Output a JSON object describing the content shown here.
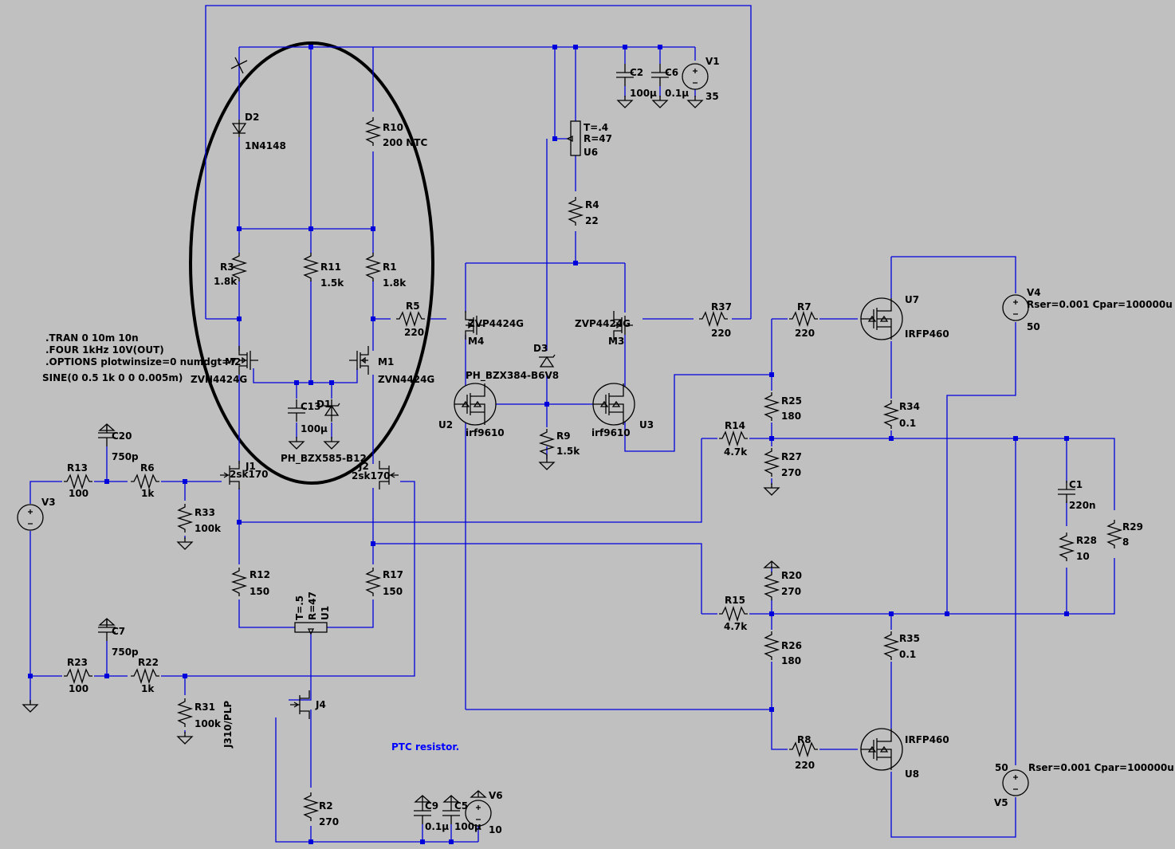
{
  "diagram": {
    "directives": [
      ".TRAN 0 10m 10n",
      ".FOUR 1kHz 10V(OUT)",
      ".OPTIONS plotwinsize=0 numdgt=7",
      "SINE(0 0.5 1k 0 0 0.005m)"
    ],
    "note": "PTC resistor.",
    "labels": {
      "D2": "D2",
      "D2v": "1N4148",
      "R10": "R10",
      "R10v": "200 NTC",
      "R3": "R3",
      "R3v": "1.8k",
      "R11": "R11",
      "R11v": "1.5k",
      "R1": "R1",
      "R1v": "1.8k",
      "R5": "R5",
      "R5v": "220",
      "M2": "M2",
      "M2v": "ZVN4424G",
      "M1": "M1",
      "M1v": "ZVN4424G",
      "C13": "C13",
      "C13v": "100µ",
      "D1": "D1",
      "D1v": "PH_BZX585-B12",
      "J1": "J1",
      "J1v": "2sk170",
      "J2": "J2",
      "J2v": "2sk170",
      "C2": "C2",
      "C2v": "100µ",
      "C6": "C6",
      "C6v": "0.1µ",
      "V1": "V1",
      "V1v": "35",
      "U6t": "T=.4",
      "U6r": "R=47",
      "U6": "U6",
      "R4": "R4",
      "R4v": "22",
      "M4": "M4",
      "M4v": "ZVP4424G",
      "M3": "M3",
      "M3v": "ZVP4424G",
      "R37": "R37",
      "R37v": "220",
      "D3": "D3",
      "D3v": "PH_BZX384-B6V8",
      "U2": "U2",
      "U2v": "irf9610",
      "U3": "U3",
      "U3v": "irf9610",
      "R9": "R9",
      "R9v": "1.5k",
      "R7": "R7",
      "R7v": "220",
      "U7": "U7",
      "U7v": "IRFP460",
      "V4": "V4",
      "V4p": "Rser=0.001 Cpar=100000u",
      "V4v": "50",
      "R25": "R25",
      "R25v": "180",
      "R34": "R34",
      "R34v": "0.1",
      "R14": "R14",
      "R14v": "4.7k",
      "R27": "R27",
      "R27v": "270",
      "C1": "C1",
      "C1v": "220n",
      "R28": "R28",
      "R28v": "10",
      "R29": "R29",
      "R29v": "8",
      "V3": "V3",
      "R13": "R13",
      "R13v": "100",
      "C20": "C20",
      "C20v": "750p",
      "R6": "R6",
      "R6v": "1k",
      "R33": "R33",
      "R33v": "100k",
      "R12": "R12",
      "R12v": "150",
      "R17": "R17",
      "R17v": "150",
      "U1t": "T=.5",
      "U1r": "R=47",
      "U1": "U1",
      "R20": "R20",
      "R20v": "270",
      "R15": "R15",
      "R15v": "4.7k",
      "R26": "R26",
      "R26v": "180",
      "R35": "R35",
      "R35v": "0.1",
      "C7": "C7",
      "C7v": "750p",
      "R23": "R23",
      "R23v": "100",
      "R22": "R22",
      "R22v": "1k",
      "R31": "R31",
      "R31v": "100k",
      "J4": "J4",
      "J4v": "J310/PLP",
      "R2": "R2",
      "R2v": "270",
      "C9": "C9",
      "C9v": "0.1µ",
      "C5": "C5",
      "C5v": "100µ",
      "V6": "V6",
      "V6v": "10",
      "R8": "R8",
      "R8v": "220",
      "U8": "U8",
      "U8v": "IRFP460",
      "V5": "V5",
      "V5p": "Rser=0.001 Cpar=100000u",
      "V5v": "50"
    }
  }
}
